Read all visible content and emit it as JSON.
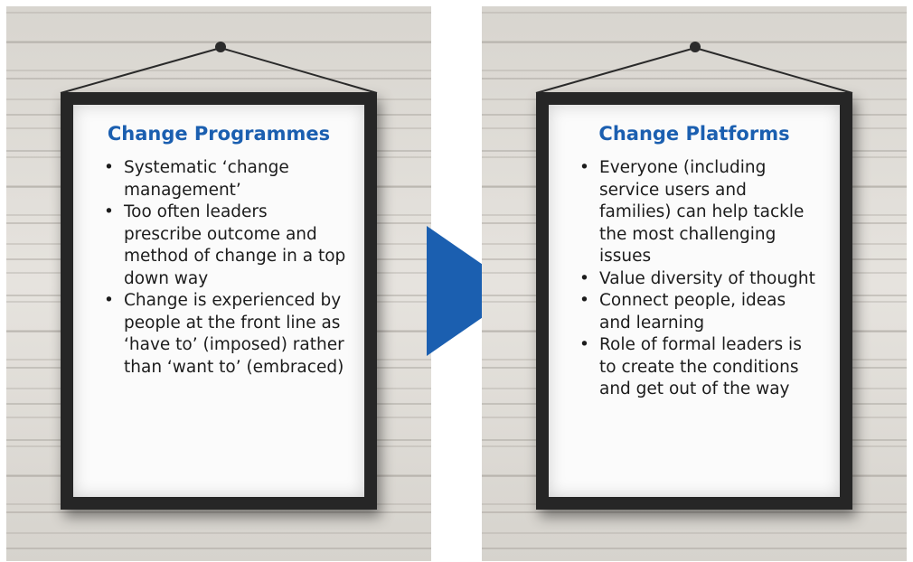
{
  "left_poster": {
    "title": "Change Programmes",
    "bullets": [
      "Systematic ‘change management’",
      "Too often leaders prescribe outcome and method of change in a top down way",
      "Change is experienced by people at the front line as ‘have to’ (imposed) rather than ‘want to’ (embraced)"
    ]
  },
  "right_poster": {
    "title": "Change Platforms",
    "bullets": [
      "Everyone (including service users and families) can help tackle the most challenging issues",
      "Value diversity of thought",
      "Connect people, ideas and learning",
      "Role of formal leaders is to create the conditions and get out of the way"
    ]
  },
  "colors": {
    "title_blue": "#1b5fb0",
    "arrow_blue": "#1b5fb0",
    "frame": "#262626",
    "wall": "#dedbd5"
  },
  "icons": {
    "arrow": "play-arrow-icon",
    "hook": "nail-icon"
  }
}
